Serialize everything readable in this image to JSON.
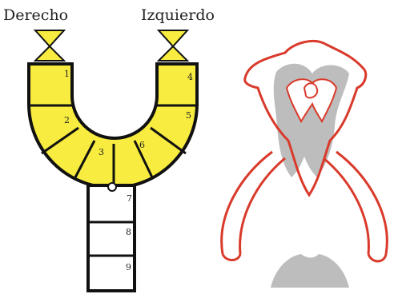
{
  "labels": {
    "right": "Derecho",
    "left": "Izquierdo"
  },
  "segments": [
    {
      "id": "1",
      "label": "1"
    },
    {
      "id": "2",
      "label": "2"
    },
    {
      "id": "3",
      "label": "3"
    },
    {
      "id": "4",
      "label": "4"
    },
    {
      "id": "5",
      "label": "5"
    },
    {
      "id": "6",
      "label": "6"
    },
    {
      "id": "7",
      "label": "7"
    },
    {
      "id": "8",
      "label": "8"
    },
    {
      "id": "9",
      "label": "9"
    }
  ],
  "colors": {
    "segment_fill": "#f7ec3f",
    "segment_stroke": "#111111",
    "outline_red": "#d93a2b",
    "fill_gray": "#bdbdbd",
    "background": "#ffffff"
  }
}
